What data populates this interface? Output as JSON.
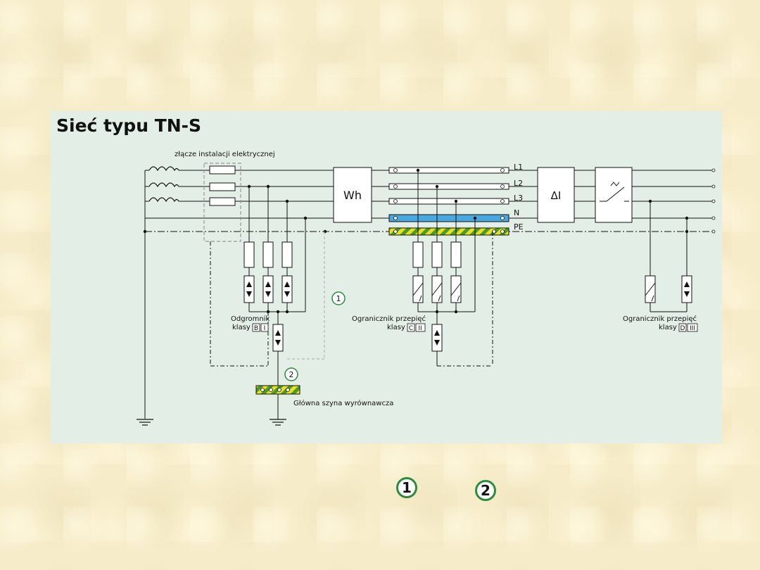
{
  "title": "Sieć typu TN-S",
  "labels": {
    "connection": "złącze instalacji elektrycznej",
    "meter": "Wh",
    "rcd": "ΔI",
    "conductors": [
      "L1",
      "L2",
      "L3",
      "N",
      "PE"
    ],
    "arrester_1": "Odgromnik",
    "arrester_2": "klasy",
    "arrester_class_a": "B",
    "arrester_class_b": "I",
    "limiter_c_1": "Ogranicznik przepięć",
    "limiter_c_2": "klasy",
    "limiter_c_class_a": "C",
    "limiter_c_class_b": "II",
    "limiter_d_1": "Ogranicznik przepięć",
    "limiter_d_2": "klasy",
    "limiter_d_class_a": "D",
    "limiter_d_class_b": "III",
    "busbar": "Główna szyna wyrównawcza",
    "marker_1": "1",
    "marker_2": "2"
  },
  "legend": [
    "1",
    "2"
  ],
  "colors": {
    "panel": "#e3eee6",
    "neutral_bar": "#4aa8e0",
    "pe_yellow": "#e8e020",
    "pe_green": "#4c9a2a",
    "marker_ring": "#2e8b3c"
  }
}
